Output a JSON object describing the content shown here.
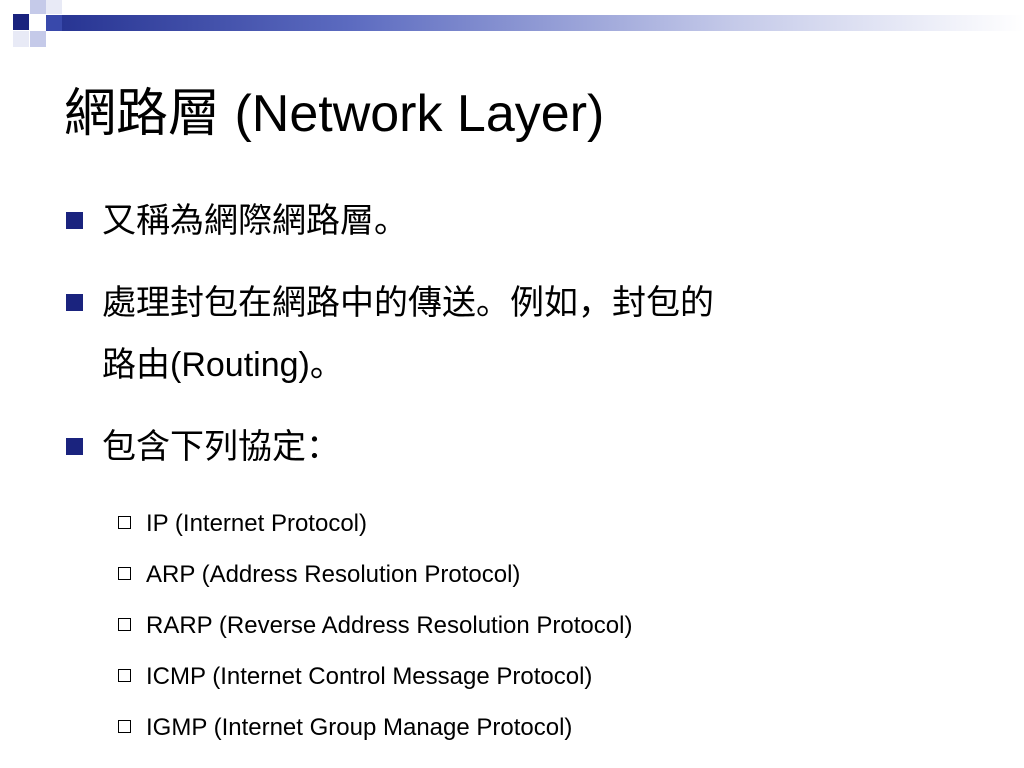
{
  "slide": {
    "title_cjk": "網路層",
    "title_latin": " (Network Layer)",
    "bullets": [
      {
        "text": "又稱為網際網路層。"
      },
      {
        "text_part1": "處理封包在網路中的傳送。例如，封包的",
        "text_part2": "路由",
        "text_latin": "(Routing)",
        "text_end": "。"
      },
      {
        "text": "包含下列協定："
      }
    ],
    "protocols": [
      "IP (Internet Protocol)",
      "ARP (Address Resolution Protocol)",
      "RARP (Reverse Address Resolution Protocol)",
      "ICMP (Internet Control Message Protocol)",
      "IGMP (Internet Group Manage Protocol)"
    ]
  },
  "colors": {
    "accent": "#1a237e",
    "band_light": "#c5cae9"
  },
  "icons": {
    "bullet": "filled-square-bullet-icon",
    "sub_bullet": "hollow-square-bullet-icon"
  }
}
